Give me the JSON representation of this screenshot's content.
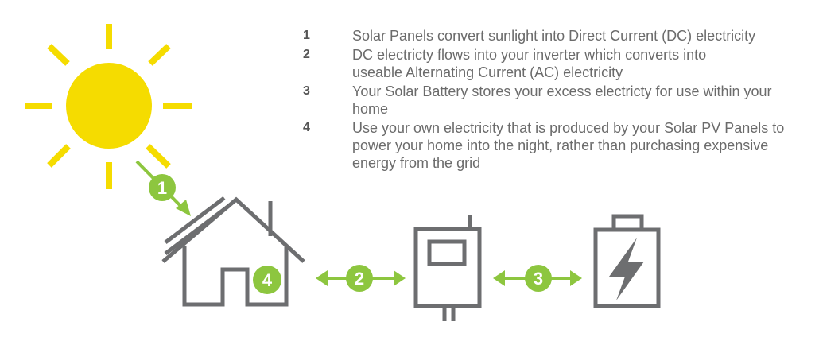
{
  "steps": [
    {
      "num": "1",
      "text": "Solar Panels convert sunlight into Direct Current (DC) electricity"
    },
    {
      "num": "2",
      "text": "DC electricty flows into your inverter which converts into useable Alternating Current (AC) electricity"
    },
    {
      "num": "3",
      "text": "Your Solar Battery stores your excess electricty for use within your home"
    },
    {
      "num": "4",
      "text": "Use your own electricity that is produced by your Solar PV Panels to power your home into the night, rather than purchasing expensive energy from the grid"
    }
  ],
  "badges": {
    "sun_to_house": "1",
    "house_inverter": "2",
    "inverter_battery": "3",
    "house": "4"
  },
  "colors": {
    "sun": "#f5dc00",
    "accent_green": "#8dc63f",
    "icon_gray": "#6d6e70",
    "text": "#6b6b6b"
  },
  "icons": [
    "sun-icon",
    "house-icon",
    "solar-panel-icon",
    "inverter-icon",
    "battery-icon",
    "lightning-bolt-icon"
  ]
}
